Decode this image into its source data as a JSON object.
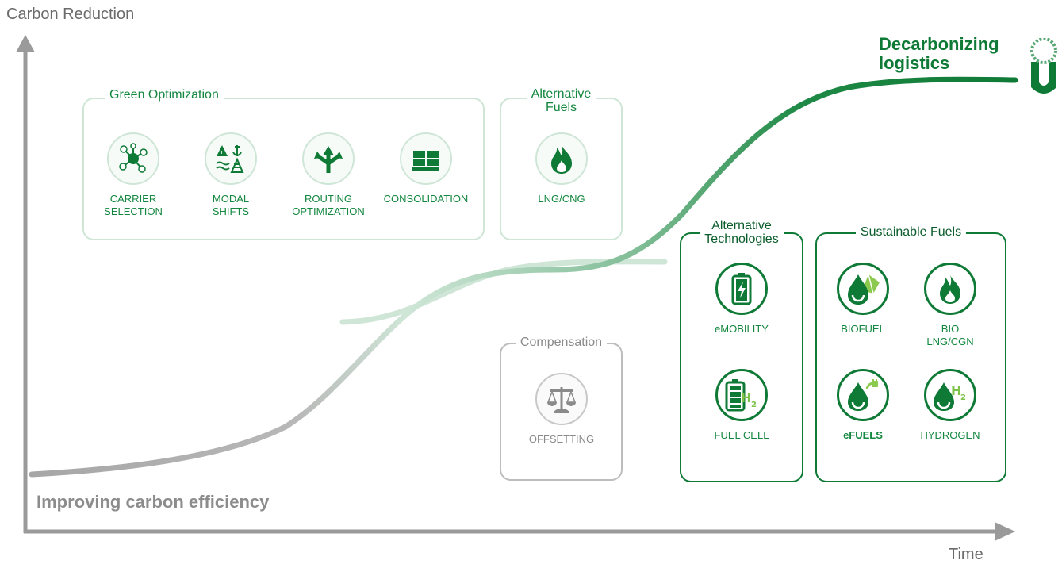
{
  "axes": {
    "y_label": "Carbon Reduction",
    "x_label": "Time"
  },
  "curve_labels": {
    "improving": "Improving carbon efficiency",
    "decarbonizing": "Decarbonizing\nlogistics"
  },
  "groups": {
    "green_optimization": {
      "title": "Green Optimization",
      "items": [
        {
          "label": "CARRIER\nSELECTION",
          "icon": "network-nodes-icon"
        },
        {
          "label": "MODAL\nSHIFTS",
          "icon": "ship-rail-icon"
        },
        {
          "label": "ROUTING\nOPTIMIZATION",
          "icon": "route-arrows-icon"
        },
        {
          "label": "CONSOLIDATION",
          "icon": "pallet-boxes-icon"
        }
      ]
    },
    "alternative_fuels": {
      "title": "Alternative\nFuels",
      "items": [
        {
          "label": "LNG/CNG",
          "icon": "flame-icon"
        }
      ]
    },
    "compensation": {
      "title": "Compensation",
      "items": [
        {
          "label": "OFFSETTING",
          "icon": "balance-scale-icon"
        }
      ]
    },
    "alternative_technologies": {
      "title": "Alternative\nTechnologies",
      "items": [
        {
          "label": "eMOBILITY",
          "icon": "battery-bolt-icon"
        },
        {
          "label": "FUEL CELL",
          "icon": "battery-h2-icon"
        }
      ]
    },
    "sustainable_fuels": {
      "title": "Sustainable Fuels",
      "items": [
        {
          "label": "BIOFUEL",
          "icon": "drop-leaf-icon"
        },
        {
          "label": "BIO\nLNG/CGN",
          "icon": "flame-icon"
        },
        {
          "label": "eFUELS",
          "icon": "drop-plug-icon"
        },
        {
          "label": "HYDROGEN",
          "icon": "drop-h2-icon"
        }
      ]
    }
  },
  "colors": {
    "dark_green": "#0e7a36",
    "light_green": "#cfe6d7",
    "grey": "#9a9a9a"
  }
}
